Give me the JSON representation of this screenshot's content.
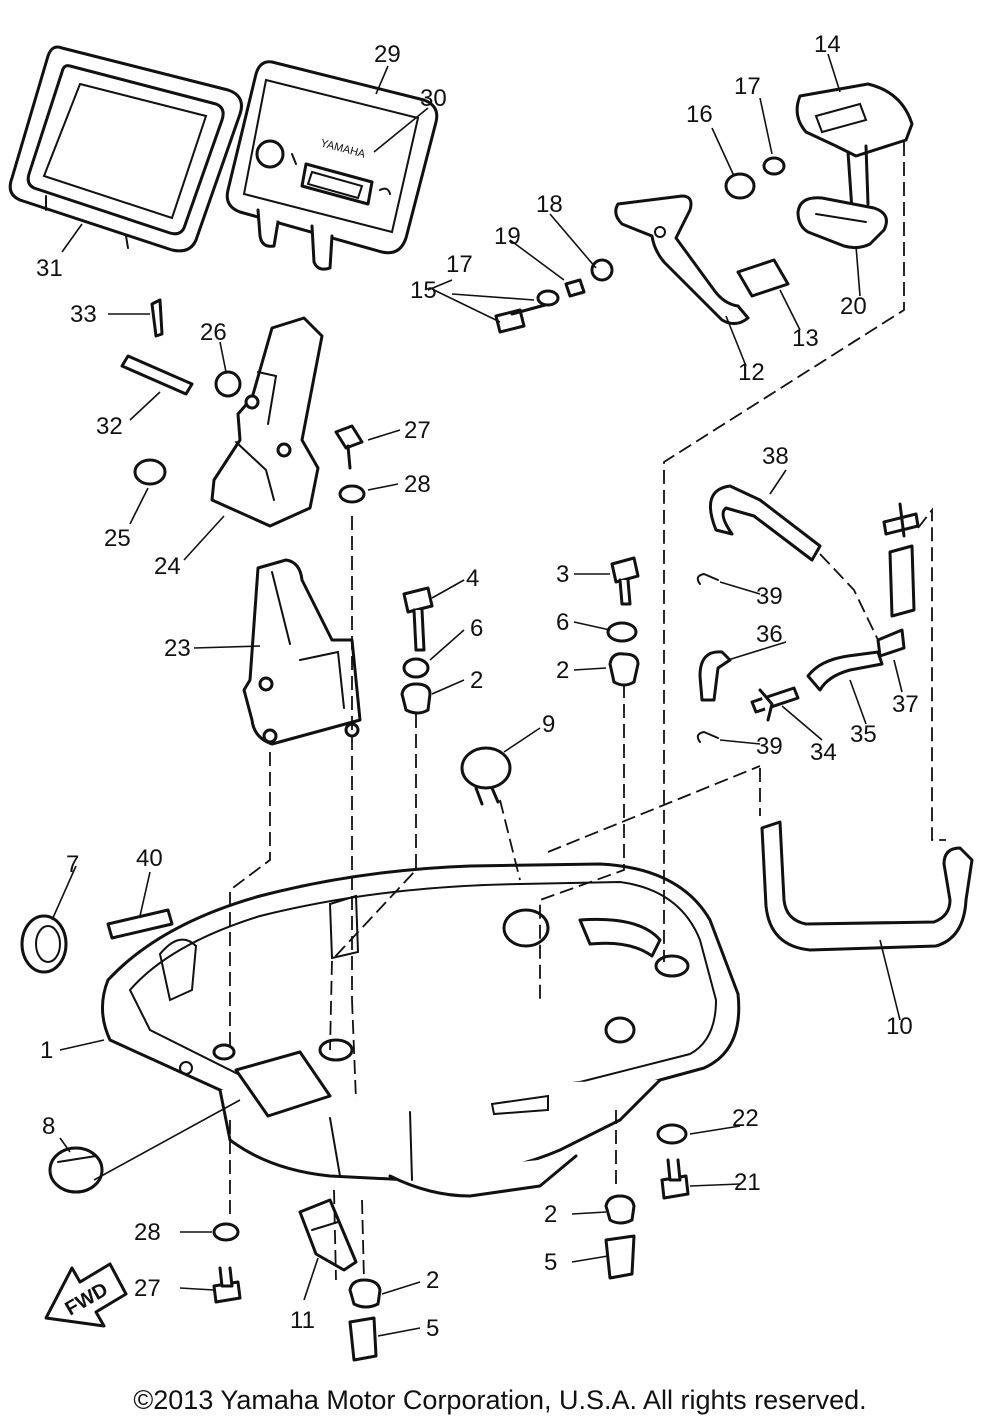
{
  "diagram": {
    "copyright": "©2013 Yamaha Motor Corporation, U.S.A. All rights reserved.",
    "direction_arrow_label": "FWD",
    "cover_logo_text": "YAMAHA",
    "callouts": [
      {
        "id": "c1",
        "text": "1"
      },
      {
        "id": "c2a",
        "text": "2"
      },
      {
        "id": "c2b",
        "text": "2"
      },
      {
        "id": "c2c",
        "text": "2"
      },
      {
        "id": "c2d",
        "text": "2"
      },
      {
        "id": "c3",
        "text": "3"
      },
      {
        "id": "c4",
        "text": "4"
      },
      {
        "id": "c5a",
        "text": "5"
      },
      {
        "id": "c5b",
        "text": "5"
      },
      {
        "id": "c6a",
        "text": "6"
      },
      {
        "id": "c6b",
        "text": "6"
      },
      {
        "id": "c7",
        "text": "7"
      },
      {
        "id": "c8",
        "text": "8"
      },
      {
        "id": "c9",
        "text": "9"
      },
      {
        "id": "c10",
        "text": "10"
      },
      {
        "id": "c11",
        "text": "11"
      },
      {
        "id": "c12",
        "text": "12"
      },
      {
        "id": "c13",
        "text": "13"
      },
      {
        "id": "c14",
        "text": "14"
      },
      {
        "id": "c15",
        "text": "15"
      },
      {
        "id": "c16",
        "text": "16"
      },
      {
        "id": "c17a",
        "text": "17"
      },
      {
        "id": "c17b",
        "text": "17"
      },
      {
        "id": "c18",
        "text": "18"
      },
      {
        "id": "c19",
        "text": "19"
      },
      {
        "id": "c20",
        "text": "20"
      },
      {
        "id": "c21",
        "text": "21"
      },
      {
        "id": "c22",
        "text": "22"
      },
      {
        "id": "c23",
        "text": "23"
      },
      {
        "id": "c24",
        "text": "24"
      },
      {
        "id": "c25",
        "text": "25"
      },
      {
        "id": "c26",
        "text": "26"
      },
      {
        "id": "c27a",
        "text": "27"
      },
      {
        "id": "c27b",
        "text": "27"
      },
      {
        "id": "c28a",
        "text": "28"
      },
      {
        "id": "c28b",
        "text": "28"
      },
      {
        "id": "c29",
        "text": "29"
      },
      {
        "id": "c30",
        "text": "30"
      },
      {
        "id": "c31",
        "text": "31"
      },
      {
        "id": "c32",
        "text": "32"
      },
      {
        "id": "c33",
        "text": "33"
      },
      {
        "id": "c34",
        "text": "34"
      },
      {
        "id": "c35",
        "text": "35"
      },
      {
        "id": "c36",
        "text": "36"
      },
      {
        "id": "c37",
        "text": "37"
      },
      {
        "id": "c38",
        "text": "38"
      },
      {
        "id": "c39a",
        "text": "39"
      },
      {
        "id": "c39b",
        "text": "39"
      },
      {
        "id": "c40",
        "text": "40"
      }
    ]
  }
}
